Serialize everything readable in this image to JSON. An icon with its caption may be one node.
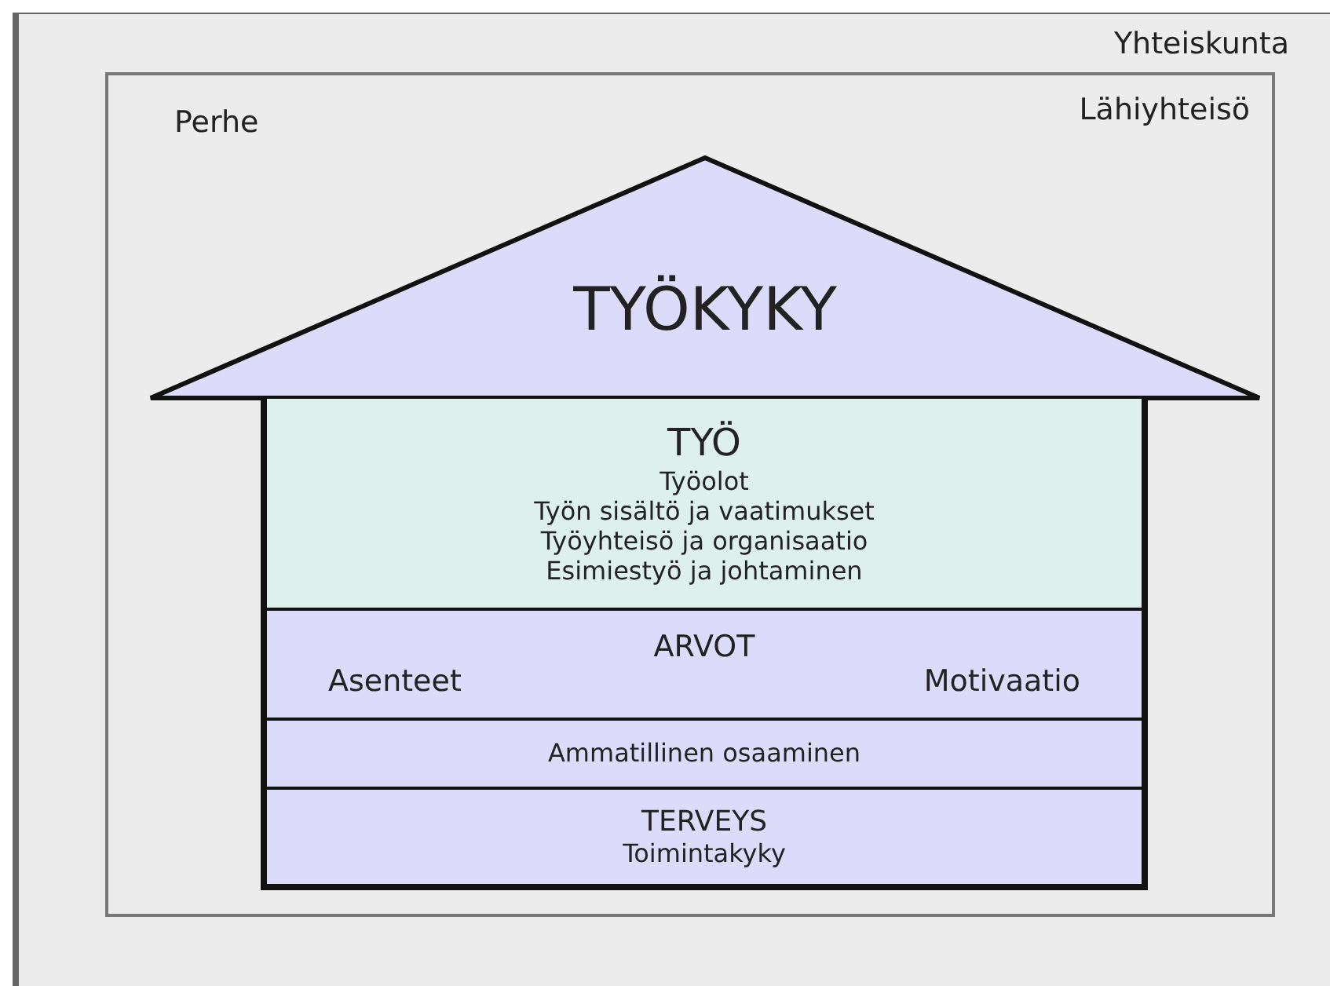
{
  "diagram": {
    "nodes": [
      {
        "text": [
          "Yhteiskunta"
        ]
      },
      {
        "text": [
          "Perhe",
          "Lähiyhteisö"
        ],
        "in": 0
      },
      {
        "text": [
          "TYÖKYKY"
        ],
        "in": 1
      },
      {
        "text": [
          "TYÖ",
          "Työolot",
          "Työn sisältö ja vaatimukset",
          "Työyhteisö ja organisaatio",
          "Esimiestyö ja johtaminen"
        ],
        "in": 1
      },
      {
        "text": [
          "ARVOT",
          "Asenteet",
          "Motivaatio"
        ],
        "in": 1
      },
      {
        "text": [
          "Ammatillinen osaaminen"
        ],
        "in": 1
      },
      {
        "text": [
          "TERVEYS",
          "Toimintakyky"
        ],
        "in": 1
      }
    ],
    "edges": []
  }
}
